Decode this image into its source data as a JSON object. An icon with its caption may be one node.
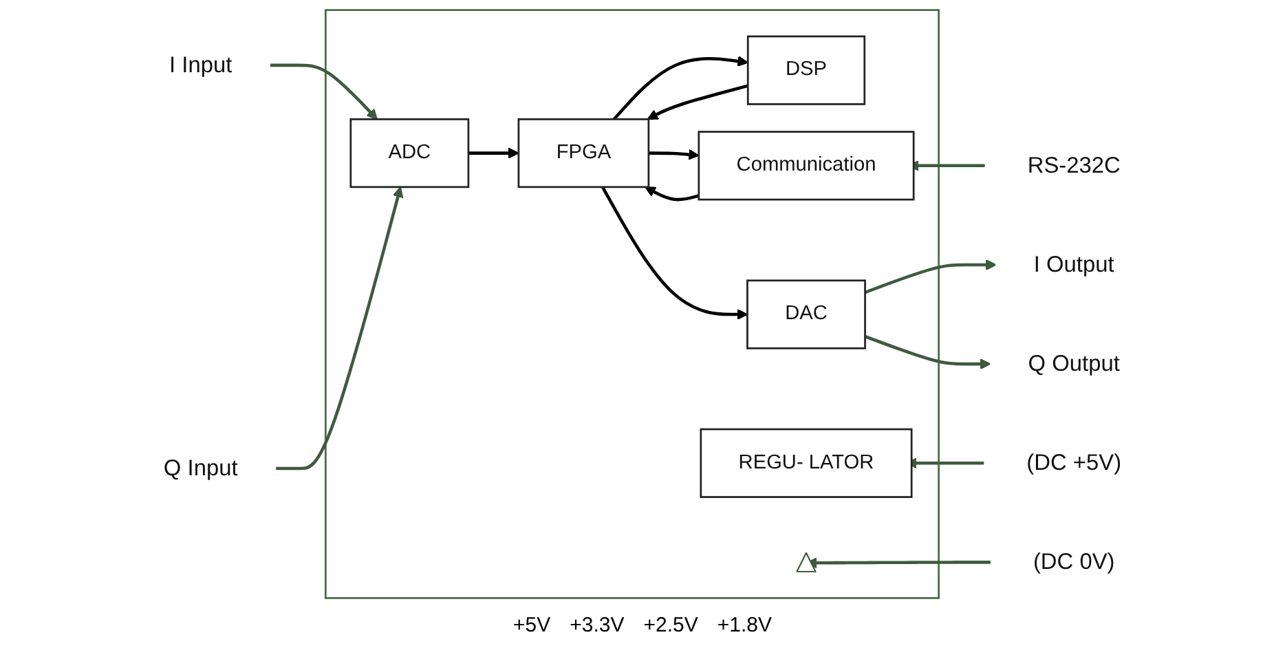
{
  "diagram": {
    "nodes": [
      {
        "text": [],
        "shape": "box"
      },
      {
        "text": [
          "ADC"
        ],
        "in": 0
      },
      {
        "text": [
          "FPGA"
        ],
        "in": 0
      },
      {
        "text": [
          "DSP"
        ],
        "in": 0
      },
      {
        "text": [
          "Communication"
        ],
        "in": 0
      },
      {
        "text": [
          "REGU- LATOR"
        ],
        "in": 0
      },
      {
        "text": [
          "DAC"
        ],
        "in": 0
      },
      {
        "text": [
          "I Input"
        ]
      },
      {
        "text": [
          "Q Input"
        ]
      },
      {
        "text": [
          "I Output"
        ]
      },
      {
        "text": [
          "Q Output"
        ]
      },
      {
        "text": [
          "RS-232C"
        ]
      },
      {
        "text": [
          "(DC +5V)"
        ]
      },
      {
        "text": [
          "(DC 0V)"
        ]
      },
      {
        "text": [],
        "shape": "triangle",
        "in": 0
      }
    ],
    "edges": [
      {
        "from": 7,
        "to": 1,
        "arrow": "to"
      },
      {
        "from": 8,
        "to": 1,
        "arrow": "to"
      },
      {
        "from": 1,
        "to": 2,
        "arrow": "to",
        "color": "#000000"
      },
      {
        "from": 2,
        "to": 3,
        "arrow": "to",
        "color": "#000000"
      },
      {
        "from": 3,
        "to": 2,
        "arrow": "to",
        "color": "#000000"
      },
      {
        "from": 2,
        "to": 4,
        "arrow": "to",
        "color": "#000000"
      },
      {
        "from": 4,
        "to": 2,
        "arrow": "to",
        "color": "#000000"
      },
      {
        "from": 11,
        "to": 4,
        "arrow": "to"
      },
      {
        "from": 12,
        "to": 5,
        "arrow": "to"
      },
      {
        "from": 13,
        "to": 14,
        "arrow": "to"
      },
      {
        "from": 2,
        "to": 6,
        "arrow": "to",
        "color": "#000000"
      },
      {
        "from": 6,
        "to": 9,
        "arrow": "to"
      },
      {
        "from": 6,
        "to": 10,
        "arrow": "to"
      }
    ],
    "labels": [
      "+5V",
      "+3.3V",
      "+2.5V",
      "+1.8V"
    ]
  }
}
